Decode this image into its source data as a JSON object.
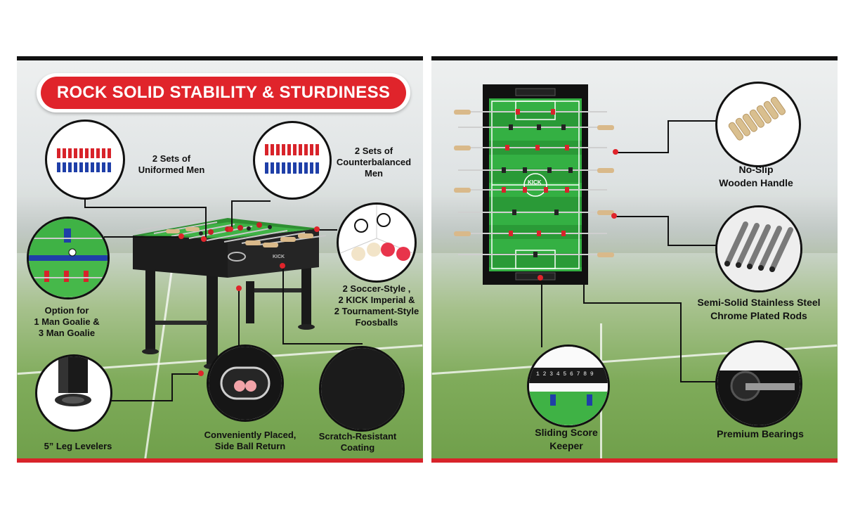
{
  "left_panel": {
    "title": "ROCK SOLID STABILITY & STURDINESS",
    "features": {
      "uniformed_men": [
        "2 Sets of",
        "Uniformed Men"
      ],
      "counterbalanced_men": [
        "2 Sets of",
        "Counterbalanced",
        "Men"
      ],
      "goalie": [
        "Option for",
        "1 Man Goalie &",
        "3 Man Goalie"
      ],
      "foosballs": [
        "2 Soccer-Style ,",
        "2 KICK Imperial &",
        "2 Tournament-Style",
        "Foosballs"
      ],
      "leg_levelers": [
        "5” Leg Levelers"
      ],
      "ball_return": [
        "Conveniently Placed,",
        "Side Ball Return"
      ],
      "coating": [
        "Scratch-Resistant",
        "Coating"
      ]
    },
    "table_logo_text": "KICK"
  },
  "right_panel": {
    "features": {
      "handle": [
        "No-Slip",
        "Wooden Handle"
      ],
      "rods": [
        "Semi-Solid Stainless Steel",
        "Chrome Plated Rods"
      ],
      "score_keeper": [
        "Sliding Score",
        "Keeper"
      ],
      "bearings": [
        "Premium Bearings"
      ]
    },
    "score_digits": "1 2 3 4 5 6 7 8 9",
    "center_logo_text": "KICK"
  },
  "colors": {
    "accent_red": "#e0242b",
    "frame_black": "#111111",
    "field_green": "#2fa83a",
    "red_team": "#d8232a",
    "blue_team": "#1f3fa8"
  }
}
